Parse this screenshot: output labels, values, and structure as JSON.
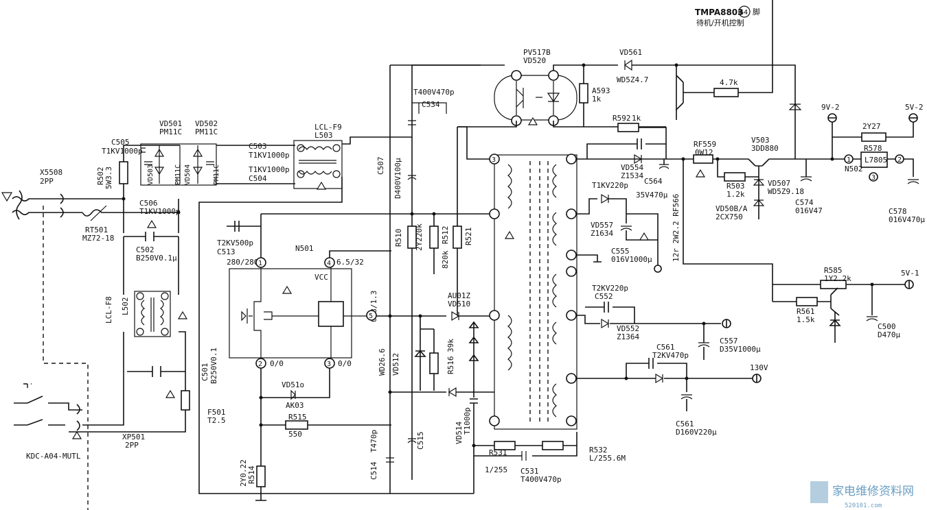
{
  "header": {
    "chip_ref": "TMPA8803",
    "pin_number": "64",
    "pin_suffix": "脚",
    "control_caption": "待机/开机控制"
  },
  "input": {
    "connector_a": "X5508",
    "connector_a_type": "2PP",
    "connector_b": "XP501",
    "connector_b_type": "2PP",
    "switch_part": "KDC-A04-MUTL",
    "thermistor": "RT501",
    "thermistor_part": "MZ72-18",
    "filter_top": "LCL-F9",
    "filter_top_ref": "L503",
    "filter_left": "LCL-F8",
    "filter_left_ref": "L502",
    "fuse": "F501",
    "fuse_rating": "T2.5"
  },
  "components": {
    "c505": "C505",
    "c505_val": "T1KV1000p",
    "r502": "R502",
    "r502_val": "5W3.3",
    "vd501": "VD501",
    "vd501_part": "PM11C",
    "vd502": "VD502",
    "vd502_part": "PM11C",
    "vd503": "VD503",
    "vd503_part": "PM11C",
    "vd504": "VD504",
    "vd504_part": "PM11C",
    "c503": "C503",
    "c503_val": "T1KV1000p",
    "c504_val": "T1KV1000p",
    "c504": "C504",
    "c506": "C506",
    "c506_val": "T1KV1000p",
    "c502": "C502",
    "c502_val": "B250V0.1μ",
    "c507": "C507",
    "c507_val": "D400V100μ",
    "c534": "C534",
    "c534_val": "T400V470p",
    "c513_val": "T2KV500p",
    "c513": "C513",
    "c501": "C501",
    "c501_val": "B250V0.1",
    "n501": "N501",
    "vcc": "VCC",
    "pin1_v": "280/280",
    "pin4_v": "6.5/32",
    "pin5_v": "0.8/1.3",
    "pin2_v": "0/0",
    "pin3_v": "0/0",
    "vd51o": "VD51o",
    "vd51o_part": "AK03",
    "r515": "R515",
    "r515_val": "550",
    "r514_val": "2Y0.22",
    "r514": "R514",
    "r510": "R510",
    "r510_val": "2Y220k",
    "r512": "R512",
    "r512_val": "820k",
    "r521": "R521",
    "vd510_part": "AU01Z",
    "vd510": "VD510",
    "r516": "R516",
    "r516_val": "39k",
    "vd512": "VD512",
    "vd526_val": "WD26.6",
    "vd514": "VD514",
    "vd514_val": "T1000p",
    "c514": "C514",
    "c514_val": "T470p",
    "c515": "C515",
    "r531": "R531",
    "ratio": "1/255",
    "c531": "C531",
    "c531_val": "T400V470p",
    "r532": "R532",
    "r532_val": "L/255.6M",
    "pv517b": "PV517B",
    "vd520": "VD520",
    "a593": "A593",
    "a593_val": "1k",
    "vd561": "VD561",
    "vd561_part": "WD5Z4.7",
    "r47k": "4.7k",
    "r592": "R592",
    "r592_val": "1k",
    "vd554": "VD554",
    "vd554_part": "Z1534",
    "c564": "C564",
    "c564_val": "35V470μ",
    "c_top_val": "T1KV220p",
    "vd557": "VD557",
    "vd557_part": "Z1634",
    "c555": "C555",
    "c555_val": "016V1000μ",
    "rf559": "RF559",
    "rf559_val": "0W12",
    "rf566_val": "12r 2W2.2 RF566",
    "v503": "V503",
    "v503_part": "3DD880",
    "r503": "R503",
    "r503_val": "1.2k",
    "vd507": "VD507",
    "vd507_part": "WD5Z9.18",
    "vd508": "VD50B/A",
    "vd508_part": "2CX750",
    "c574": "C574",
    "c574_val": "016V47",
    "rail_9v2": "9V-2",
    "rail_5v2": "5V-2",
    "r578_val": "2Y27",
    "r578": "R578",
    "n502": "N502",
    "l7805": "L7805",
    "c578": "C578",
    "c578_val": "016V470μ",
    "r585": "R585",
    "r585_val": "1Y2.2k",
    "rail_5v1": "5V-1",
    "r561": "R561",
    "r561_val": "1.5k",
    "c500": "C500",
    "c500_val": "D470μ",
    "c552_val": "T2KV220p",
    "c552": "C552",
    "vd552": "VD552",
    "vd552_part": "Z1364",
    "c557": "C557",
    "c557_val": "D35V1000μ",
    "c561": "C561",
    "c561_val": "T2KV470p",
    "rail_130v": "130V",
    "c561b": "C561",
    "c561b_val": "D160V220μ"
  },
  "watermark": {
    "site_name": "家电维修资料网",
    "site_url": "520101.com"
  }
}
